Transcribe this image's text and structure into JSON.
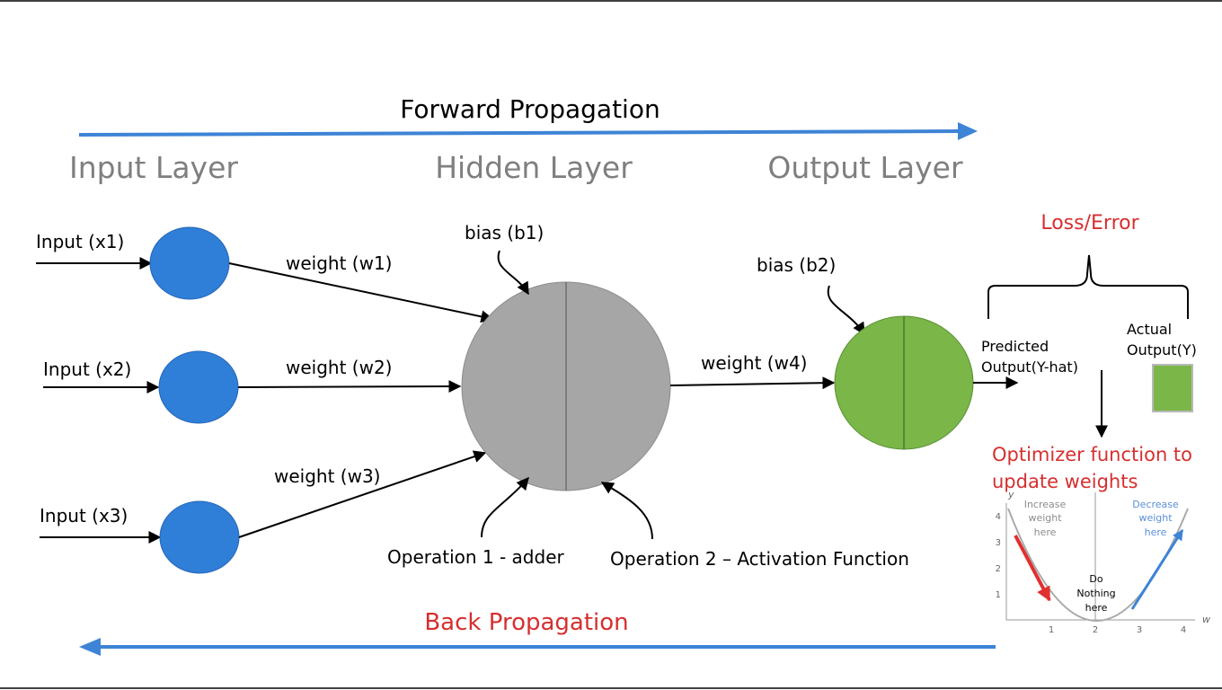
{
  "forward_label": "Forward Propagation",
  "back_label": "Back Propagation",
  "layers": {
    "input": "Input Layer",
    "hidden": "Hidden Layer",
    "output": "Output Layer"
  },
  "inputs": [
    "Input (x1)",
    "Input (x2)",
    "Input (x3)"
  ],
  "weights": [
    "weight (w1)",
    "weight (w2)",
    "weight (w3)",
    "weight (w4)"
  ],
  "biases": [
    "bias (b1)",
    "bias (b2)"
  ],
  "operations": {
    "adder": "Operation 1 - adder",
    "activation": "Operation 2 – Activation Function"
  },
  "loss": {
    "title": "Loss/Error",
    "predicted_line1": "Predicted",
    "predicted_line2": "Output(Y-hat)",
    "actual_line1": "Actual",
    "actual_line2": "Output(Y)"
  },
  "optimizer": {
    "line1": "Optimizer function to",
    "line2": "update weights"
  },
  "gradient_plot": {
    "increase": [
      "Increase",
      "weight",
      "here"
    ],
    "decrease": [
      "Decrease",
      "weight",
      "here"
    ],
    "nothing": [
      "Do",
      "Nothing",
      "here"
    ],
    "x_ticks": [
      "1",
      "2",
      "3",
      "4"
    ],
    "y_ticks": [
      "1",
      "2",
      "3",
      "4"
    ],
    "x_axis": "w",
    "y_axis": "y"
  },
  "colors": {
    "arrow_blue": "#3d84d6",
    "input_node": "#2f7ed8",
    "hidden_node": "#a6a6a6",
    "output_node": "#7ab648",
    "red_text": "#d62f2f",
    "layer_gray": "#7f7f7f",
    "decrease_blue": "#5b8fd6",
    "actual_fill": "#7ab648"
  }
}
